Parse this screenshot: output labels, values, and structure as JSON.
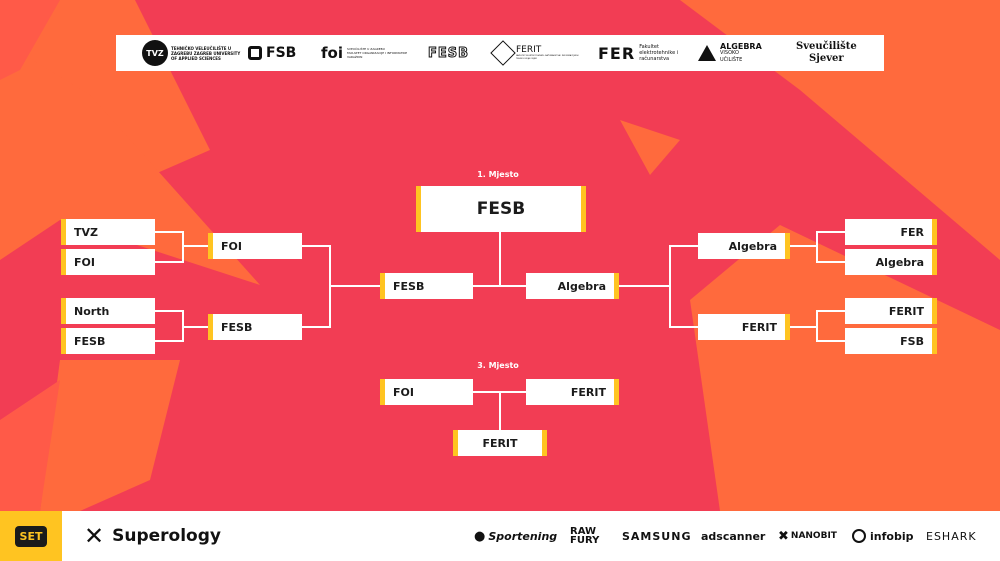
{
  "partners": {
    "tvz_mark": "TVZ",
    "tvz_line1": "TEHNIČKO VELEUČILIŠTE U",
    "tvz_line2": "ZAGREBU ZAGREB UNIVERSITY",
    "tvz_line3": "OF APPLIED SCIENCES",
    "fsb": "FSB",
    "foi": "foi",
    "foi_line1": "SVEUČILIŠTE U ZAGREBU",
    "foi_line2": "FAKULTET ORGANIZACIJE I INFORMATIKE",
    "foi_line3": "VARAŽDIN",
    "fesb": "FESB",
    "ferit": "FERIT",
    "ferit_sub": "FAKULTET ELEKTROTEHNIKE, RAČUNARSTVA I INFORMACIJSKIH TEHNOLOGIJA OSIJEK",
    "fer_mark": "FER",
    "fer_line1": "Fakultet",
    "fer_line2": "elektrotehnike i",
    "fer_line3": "računarstva",
    "algebra": "ALGEBRA",
    "algebra_line1": "VISOKO",
    "algebra_line2": "UČILIŠTE",
    "sjever_line1": "Sveučilište",
    "sjever_line2": "Sjever"
  },
  "bracket": {
    "first_place_label": "1. Mjesto",
    "third_place_label": "3. Mjesto",
    "champion": "FESB",
    "left_qf": [
      "TVZ",
      "FOI",
      "North",
      "FESB"
    ],
    "left_sf": [
      "FOI",
      "FESB"
    ],
    "left_final": "FESB",
    "right_qf": [
      "FER",
      "Algebra",
      "FERIT",
      "FSB"
    ],
    "right_sf": [
      "Algebra",
      "FERIT"
    ],
    "right_final": "Algebra",
    "third_left": "FOI",
    "third_right": "FERIT",
    "third_winner": "FERIT"
  },
  "footer": {
    "set_badge": "SET",
    "superology": "Superology",
    "sponsors": [
      "Sportening",
      "RAW FURY",
      "SAMSUNG",
      "adscanner",
      "NANOBIT",
      "infobip",
      "ESHARK"
    ]
  },
  "colors": {
    "background": "#f23d54",
    "shape": "#ff6a3d",
    "accent": "#ffc421",
    "card": "#ffffff"
  }
}
